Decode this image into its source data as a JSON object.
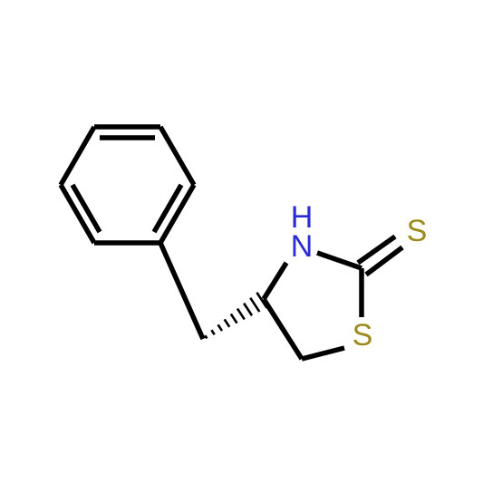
{
  "molecule": {
    "atoms": {
      "nh": {
        "label": "HN",
        "h_text": "H",
        "n_text": "N",
        "color": "#2b2bd6"
      },
      "ring_s": {
        "label": "S",
        "color": "#9c8a1c"
      },
      "thione_s": {
        "label": "S",
        "color": "#9c8a1c"
      }
    },
    "bond_color": "#000000",
    "background": "#ffffff"
  }
}
